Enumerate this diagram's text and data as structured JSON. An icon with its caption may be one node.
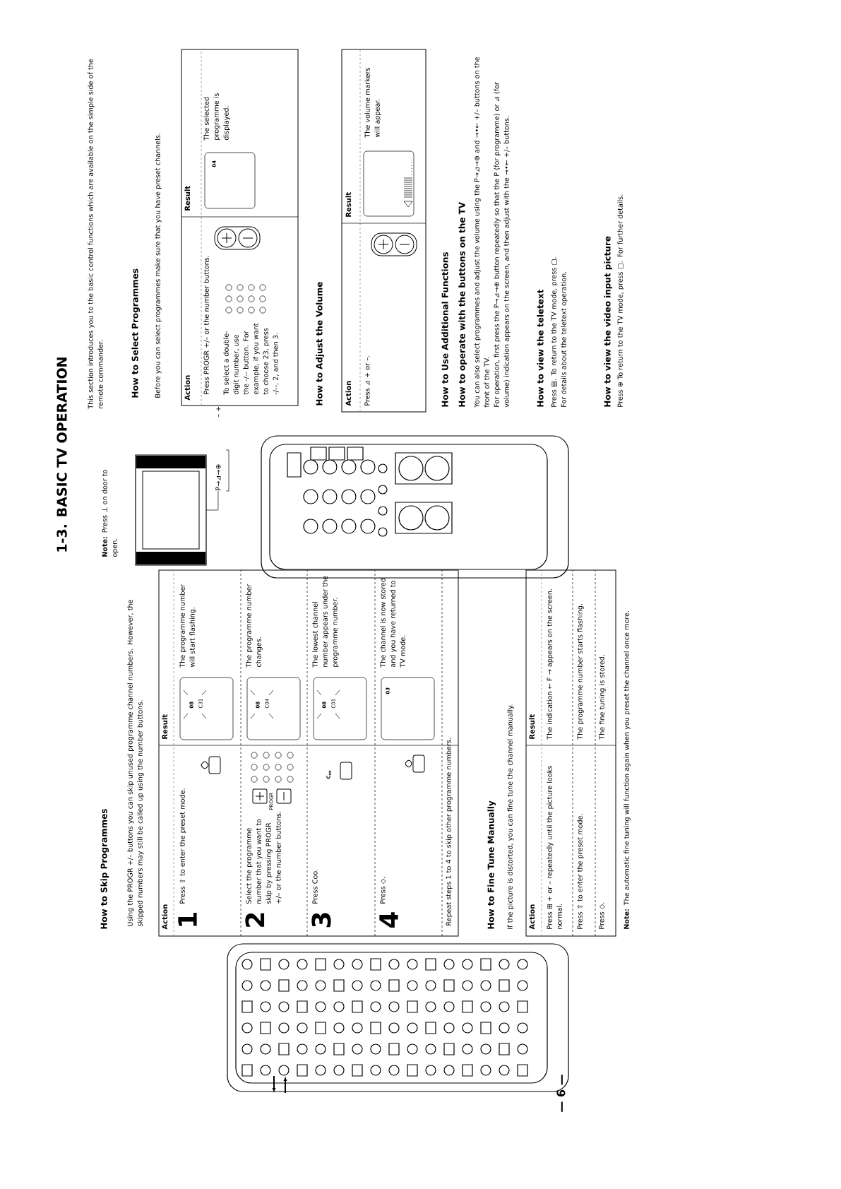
{
  "diagram": {
    "title": "1-3. BASIC TV OPERATION",
    "nodes": [
      {
        "text": [
          "P→⊿→⊕"
        ]
      },
      {
        "text": [],
        "shape": "picture"
      }
    ],
    "edges": [
      {
        "from": 0,
        "to": 1,
        "arrow": "none"
      }
    ],
    "labels": [
      "This section introduces you to the basic control functions which are available on the simple side of the remote commander.",
      "How to Skip Programmes",
      "Using the PROGR +/– buttons you can skip unused programme channel numbers. However, the skipped numbers may still be called up using the number buttons.",
      "Action",
      "Result",
      "1",
      "Press ⇧ to enter the preset mode.",
      "08",
      "C31",
      "The programme number will start flashing.",
      "2",
      "Select the programme number that you want to skip by pressing PROGR +/– or the number buttons.",
      "PROGR",
      "08",
      "C04",
      "The programme number changes.",
      "3",
      "Press Coo.",
      "C$_{oo}$",
      "08",
      "C01",
      "The lowest channel number appears under the programme number.",
      "4",
      "Press ◇.",
      "03",
      "The channel is now stored and you have returned to TV mode.",
      "Repeat steps 1 to 4 to skip other programme numbers.",
      "How to Fine Tune Manually",
      "If the picture is distorted, you can fine tune the channel manually.",
      "Action",
      "Result",
      "Press ⊞ + or – repeatedly until the picture looks normal.",
      "The indication ← F → appears on the screen.",
      "Press ⇧ to enter the preset mode.",
      "The programme number starts flashing.",
      "Press ◇.",
      "The fine tuning is stored.",
      "**Note:** The automatic fine tuning will function again when you preset the channel once more.",
      "**Note:** Press ⊥ on door to open.",
      "– +",
      "How to Select Programmes",
      "Before you can select programmes make sure that you have preset channels.",
      "Action",
      "Result",
      "Press PROGR +/– or the number buttons.",
      "To select a double-digit number, use the -/-- button. For example, if you want to choose 23, press -/--, 2, and then 3.",
      "04",
      "The selected programme is displayed.",
      "How to Adjust the Volume",
      "Action",
      "Result",
      "Press ⊿ + or –.",
      "The volume markers will appear.",
      "How to Use Additional Functions",
      "How to operate with the buttons on the TV",
      "You can also select programmes and adjust the volume using the P→⊿→⊕ and →•← +/– buttons on the front of the TV.",
      "For operation, first press the P→⊿→⊕ button repeatedly so that the P (for programme) or ⊿ (for volume) indication appears on the screen, and then adjust with the →•← +/– buttons.",
      "How to view the teletext",
      "Press ▤. To return to the TV mode, press ▢.",
      "For details about the teletext operation.",
      "How to view the video input picture",
      "Press ⊕ To return to the TV mode, press ▢. For further details.",
      "— 6 —"
    ]
  }
}
